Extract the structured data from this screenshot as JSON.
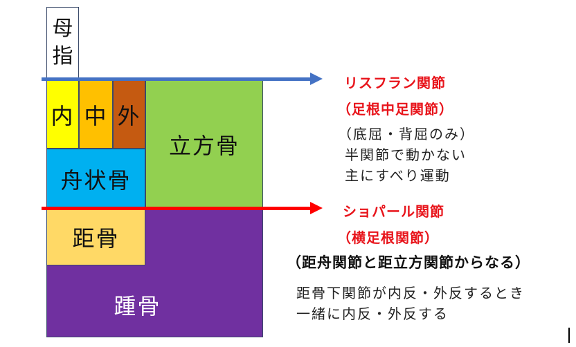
{
  "toe": {
    "chars": [
      "母",
      "指"
    ]
  },
  "cuneiforms": {
    "medial": "内",
    "middle": "中",
    "lateral": "外"
  },
  "bones": {
    "cuboid": "立方骨",
    "navicular": "舟状骨",
    "talus": "距骨",
    "calcaneus": "踵骨"
  },
  "lisfranc": {
    "title": "リスフラン関節",
    "subtitle": "（足根中足関節）",
    "notes": [
      "（底屈・背屈のみ）",
      "半関節で動かない",
      "主にすべり運動"
    ]
  },
  "chopart": {
    "title": "ショパール関節",
    "subtitle": "（横足根関節）",
    "composition": "（距舟関節と距立方関節からなる）",
    "notes": [
      "距骨下関節が内反・外反するとき",
      "一緒に内反・外反する"
    ]
  },
  "colors": {
    "cuboid": "#92d050",
    "navicular": "#00b0f0",
    "talus": "#ffd966",
    "calcaneus": "#7030a0",
    "medial": "#ffff00",
    "middle": "#ffc000",
    "lateral": "#c55a11",
    "lisfranc_line": "#4472c4",
    "chopart_line": "#ff0000",
    "label_red": "#e8141b"
  }
}
